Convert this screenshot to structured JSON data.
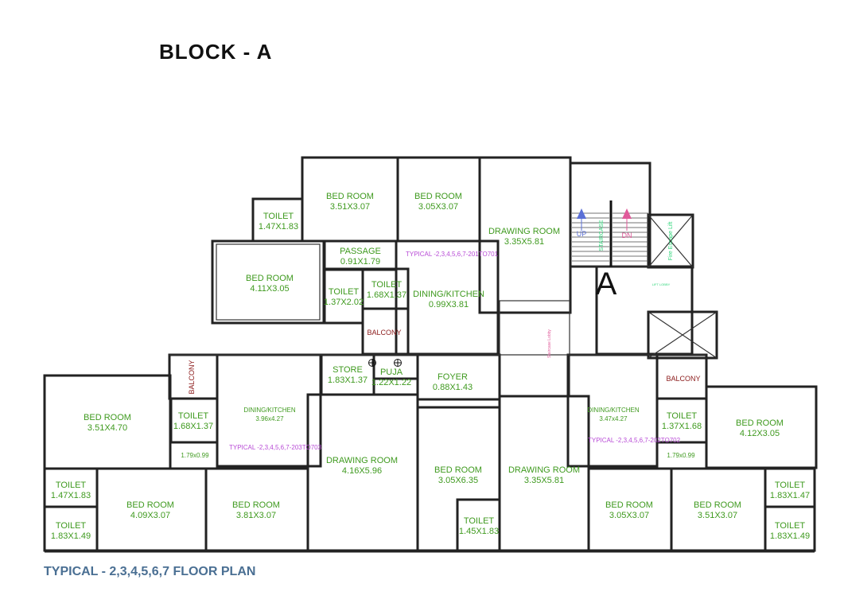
{
  "title": "BLOCK - A",
  "caption": "TYPICAL - 2,3,4,5,6,7 FLOOR PLAN",
  "block_letter": "A",
  "colors": {
    "room_label": "#3f9a1f",
    "balcony_label": "#8b1a1a",
    "typical_note": "#b84bd6",
    "caption": "#4a6f93",
    "up_arrow": "#5a6fd6",
    "down_arrow": "#e05a9a",
    "fire_lift": "#2fd67a"
  },
  "rooms": [
    {
      "id": "bed-1",
      "name": "BED ROOM",
      "dim": "3.51X3.07"
    },
    {
      "id": "bed-2",
      "name": "BED ROOM",
      "dim": "3.05X3.07"
    },
    {
      "id": "drawing-top",
      "name": "DRAWING ROOM",
      "dim": "3.35X5.81"
    },
    {
      "id": "toilet-tl",
      "name": "TOILET",
      "dim": "1.47X1.83"
    },
    {
      "id": "bed-3",
      "name": "BED ROOM",
      "dim": "4.11X3.05"
    },
    {
      "id": "passage",
      "name": "PASSAGE",
      "dim": "0.91X1.79"
    },
    {
      "id": "toilet-a",
      "name": "TOILET",
      "dim": "1.37X2.02"
    },
    {
      "id": "toilet-b",
      "name": "TOILET",
      "dim": "1.68X1.37"
    },
    {
      "id": "dining-top",
      "name": "DINING/KITCHEN",
      "dim": "0.99X3.81"
    },
    {
      "id": "store",
      "name": "STORE",
      "dim": "1.83X1.37"
    },
    {
      "id": "puja",
      "name": "PUJA",
      "dim": "1.22X1.22"
    },
    {
      "id": "foyer",
      "name": "FOYER",
      "dim": "0.88X1.43"
    },
    {
      "id": "bed-left",
      "name": "BED ROOM",
      "dim": "3.51X4.70"
    },
    {
      "id": "toilet-left",
      "name": "TOILET",
      "dim": "1.68X1.37"
    },
    {
      "id": "dining-left",
      "name": "DINING/KITCHEN",
      "dim": "3.96x4.27"
    },
    {
      "id": "drawing-mid",
      "name": "DRAWING ROOM",
      "dim": "4.16X5.96"
    },
    {
      "id": "bed-mid",
      "name": "BED ROOM",
      "dim": "3.05X6.35"
    },
    {
      "id": "toilet-mid",
      "name": "TOILET",
      "dim": "1.45X1.83"
    },
    {
      "id": "drawing-right",
      "name": "DRAWING ROOM",
      "dim": "3.35X5.81"
    },
    {
      "id": "dining-right",
      "name": "DINING/KITCHEN",
      "dim": "3.47x4.27"
    },
    {
      "id": "toilet-right",
      "name": "TOILET",
      "dim": "1.37X1.68"
    },
    {
      "id": "bed-right",
      "name": "BED ROOM",
      "dim": "4.12X3.05"
    },
    {
      "id": "toilet-bl1",
      "name": "TOILET",
      "dim": "1.47X1.83"
    },
    {
      "id": "toilet-bl2",
      "name": "TOILET",
      "dim": "1.83X1.49"
    },
    {
      "id": "bed-b1",
      "name": "BED ROOM",
      "dim": "4.09X3.07"
    },
    {
      "id": "bed-b2",
      "name": "BED ROOM",
      "dim": "3.81X3.07"
    },
    {
      "id": "bed-b3",
      "name": "BED ROOM",
      "dim": "3.05X3.07"
    },
    {
      "id": "bed-b4",
      "name": "BED ROOM",
      "dim": "3.51X3.07"
    },
    {
      "id": "toilet-br1",
      "name": "TOILET",
      "dim": "1.83X1.47"
    },
    {
      "id": "toilet-br2",
      "name": "TOILET",
      "dim": "1.83X1.49"
    }
  ],
  "balconies": [
    "BALCONY",
    "BALCONY",
    "BALCONY"
  ],
  "typical_notes": [
    "TYPICAL -2,3,4,5,6,7-201TO701",
    "TYPICAL -2,3,4,5,6,7-203TO703",
    "TYPICAL -2,3,4,5,6,7-202TO702"
  ],
  "passage_dims": [
    "1.79x0.99",
    "1.79x0.99"
  ],
  "stair": {
    "up": "UP",
    "down": "DN",
    "label": "STAIRCASE",
    "lift": "Fire Escape Lift",
    "lobby": "Staircase Lobby",
    "lift_lobby": "LIFT LOBBY"
  }
}
